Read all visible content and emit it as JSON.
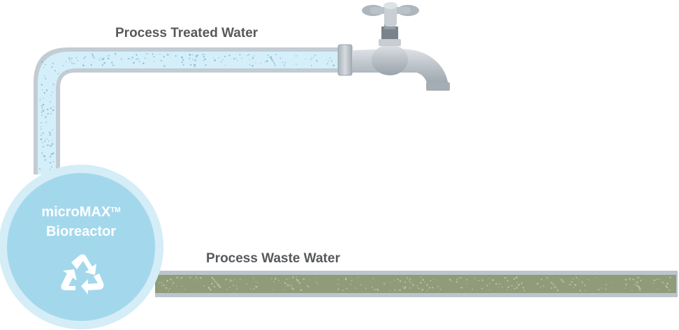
{
  "labels": {
    "treated": "Process Treated Water",
    "waste": "Process Waste Water"
  },
  "bioreactor": {
    "name": "microMAX",
    "trademark": "TM",
    "line2": "Bioreactor"
  },
  "icons": {
    "recycle": "recycle-icon",
    "faucet": "faucet-icon"
  },
  "colors": {
    "pipe_clean": "#d2eef8",
    "pipe_clean_edge": "#b9c2c9",
    "pipe_waste": "#8e9a78",
    "pipe_waste_edge": "#bfc6cc",
    "bioreactor_fill": "#9fd6ea",
    "bioreactor_ring": "#cfeaf4",
    "faucet_metal": "#b5bcc3",
    "label_text": "#58595b"
  }
}
